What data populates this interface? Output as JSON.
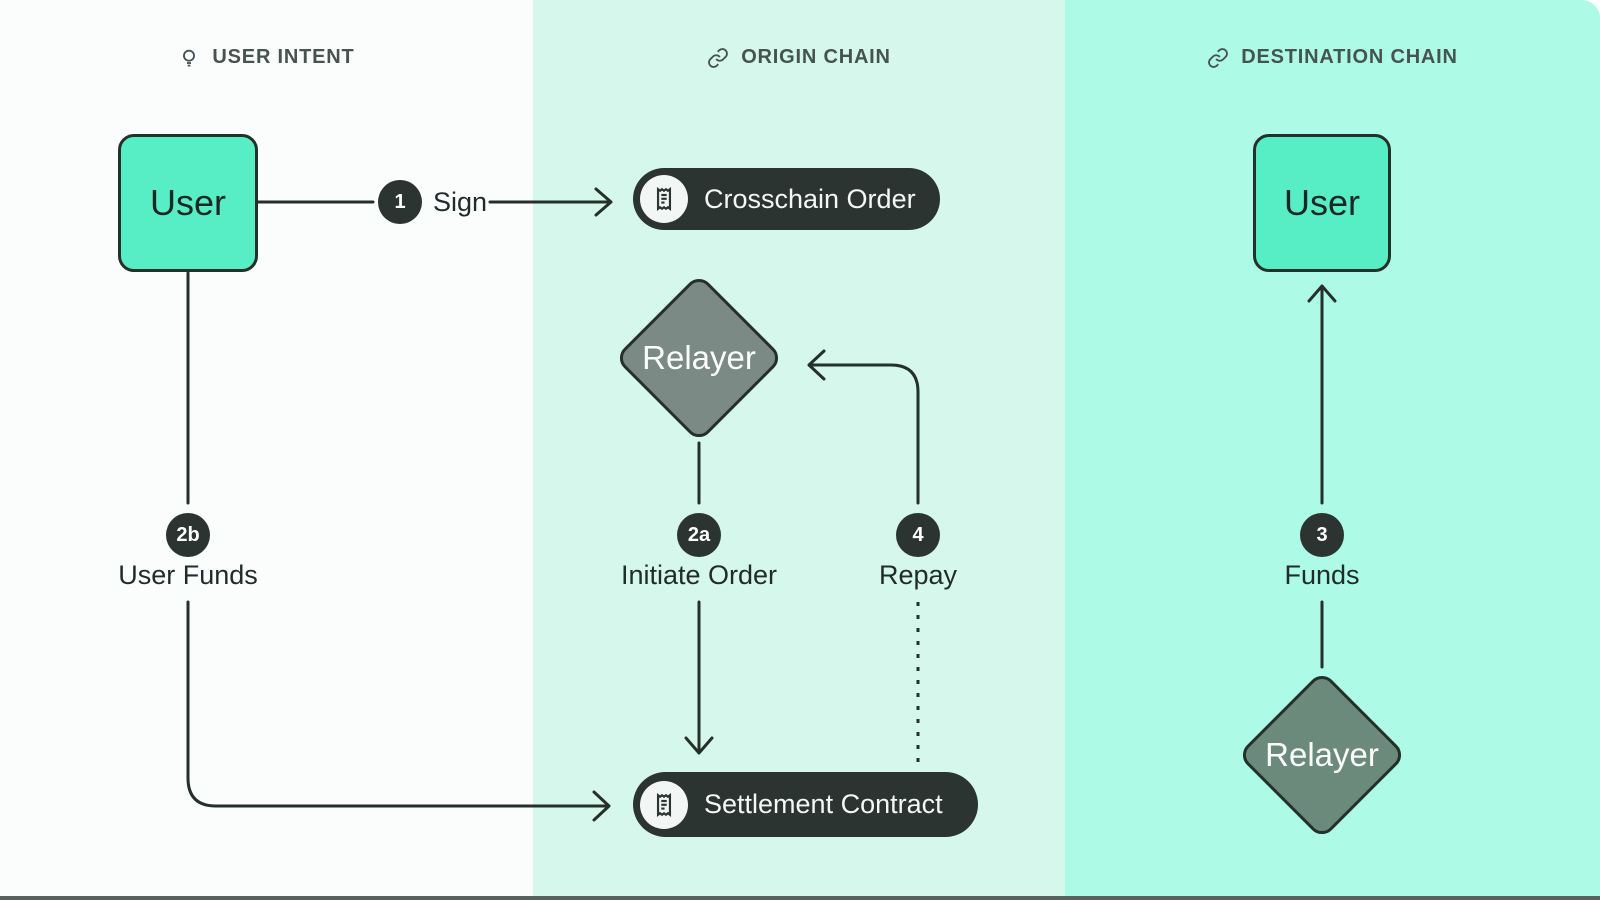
{
  "columns": {
    "user_intent": {
      "label": "USER INTENT",
      "icon": "lightbulb-icon"
    },
    "origin_chain": {
      "label": "ORIGIN CHAIN",
      "icon": "chain-link-icon"
    },
    "destination_chain": {
      "label": "DESTINATION CHAIN",
      "icon": "chain-link-icon"
    }
  },
  "nodes": {
    "user_origin": {
      "label": "User",
      "shape": "square"
    },
    "crosschain_order": {
      "label": "Crosschain Order",
      "shape": "pill",
      "icon": "receipt-icon"
    },
    "relayer_origin": {
      "label": "Relayer",
      "shape": "diamond"
    },
    "settlement_contract": {
      "label": "Settlement Contract",
      "shape": "pill",
      "icon": "receipt-icon"
    },
    "user_destination": {
      "label": "User",
      "shape": "square"
    },
    "relayer_destination": {
      "label": "Relayer",
      "shape": "diamond"
    }
  },
  "steps": {
    "sign": {
      "badge": "1",
      "label": "Sign"
    },
    "initiate_order": {
      "badge": "2a",
      "label": "Initiate Order"
    },
    "user_funds": {
      "badge": "2b",
      "label": "User Funds"
    },
    "funds": {
      "badge": "3",
      "label": "Funds"
    },
    "repay": {
      "badge": "4",
      "label": "Repay"
    }
  },
  "colors": {
    "user_intent_bg": "#fafdfc",
    "origin_chain_bg": "#d6f7eb",
    "destination_chain_bg": "#adfae6",
    "node_accent": "#57eec6",
    "dark": "#2b3431",
    "line": "#243029",
    "relayer_origin_fill": "#7b8a84",
    "relayer_destination_fill": "#6b8a7c",
    "header_text": "#46534e",
    "label_text": "#202c28"
  }
}
